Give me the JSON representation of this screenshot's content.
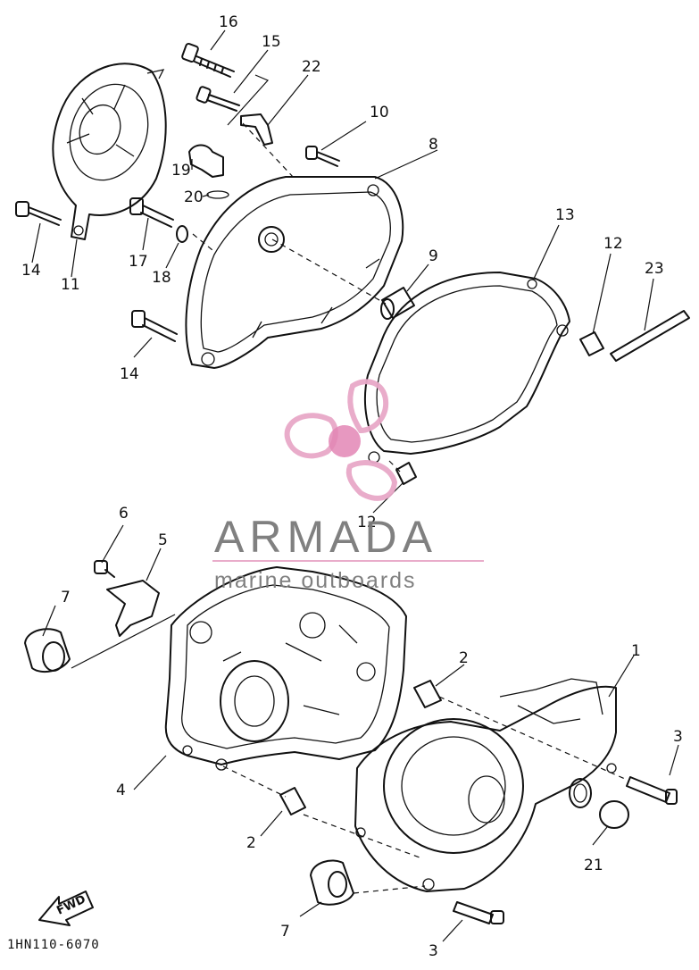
{
  "diagram": {
    "callouts": [
      "16",
      "15",
      "22",
      "10",
      "8",
      "19",
      "20",
      "17",
      "18",
      "14",
      "11",
      "9",
      "13",
      "12",
      "23",
      "14",
      "12",
      "6",
      "5",
      "7",
      "2",
      "1",
      "3",
      "4",
      "2",
      "21",
      "7",
      "3"
    ],
    "fwd_label": "FWD",
    "part_code": "1HN110-6070"
  },
  "watermark": {
    "brand": "ARMADA",
    "tagline": "marine outboards",
    "colors": {
      "logo": "#e8a8c8",
      "logo_center": "#e07fb0",
      "text": "#7a7a7a"
    }
  }
}
